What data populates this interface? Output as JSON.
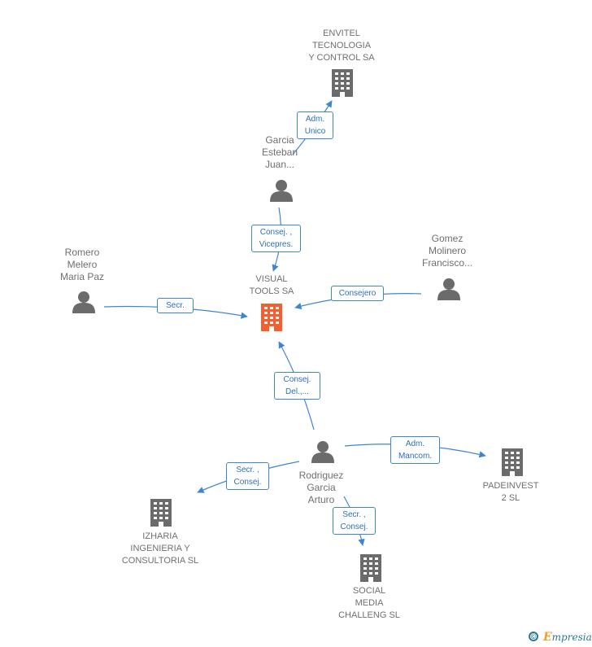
{
  "nodes": {
    "envitel": {
      "label": "ENVITEL\nTECNOLOGIA\nY CONTROL SA",
      "kind": "company"
    },
    "garcia": {
      "label": "Garcia\nEsteban\nJuan...",
      "kind": "person"
    },
    "visual": {
      "label": "VISUAL\nTOOLS SA",
      "kind": "company-main"
    },
    "romero": {
      "label": "Romero\nMelero\nMaria Paz",
      "kind": "person"
    },
    "gomez": {
      "label": "Gomez\nMolinero\nFrancisco...",
      "kind": "person"
    },
    "rodriguez": {
      "label": "Rodriguez\nGarcia\nArturo",
      "kind": "person"
    },
    "padeinvest": {
      "label": "PADEINVEST\n2 SL",
      "kind": "company"
    },
    "izharia": {
      "label": "IZHARIA\nINGENIERIA Y\nCONSULTORIA SL",
      "kind": "company"
    },
    "social": {
      "label": "SOCIAL\nMEDIA\nCHALLENG SL",
      "kind": "company"
    }
  },
  "relations": {
    "adm_unico": "Adm.\nUnico",
    "consej_vicepres": "Consej. ,\nVicepres.",
    "secr": "Secr.",
    "consejero": "Consejero",
    "consej_del": "Consej.\nDel.,...",
    "adm_mancom": "Adm.\nMancom.",
    "secr_consej_izharia": "Secr. ,\nConsej.",
    "secr_consej_social": "Secr. ,\nConsej."
  },
  "colors": {
    "edge": "#3e86d4",
    "icon": "#6b6b6b",
    "main_company": "#f06030",
    "label_text": "#6f6f6f",
    "relation_text": "#2f6fb8"
  },
  "icons": {
    "person": "person-icon",
    "company": "building-icon"
  },
  "brand": {
    "copyright": "©",
    "initial": "E",
    "name": "mpresia"
  }
}
